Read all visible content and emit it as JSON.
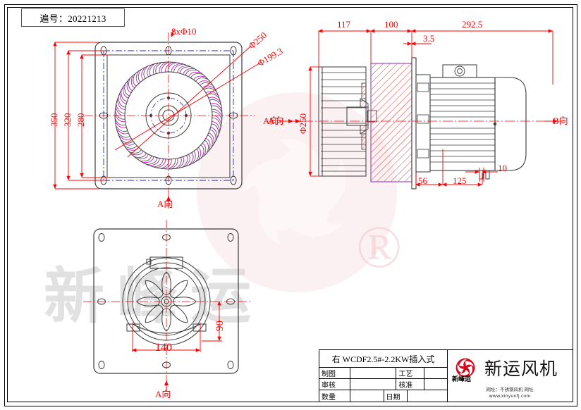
{
  "sheet": {
    "drawing_no_label": "遍号：20221213"
  },
  "views": {
    "front": {
      "name": "front-inlet-view",
      "callouts": [
        {
          "id": "holes",
          "text": "8xΦ10"
        },
        {
          "id": "d250",
          "text": "Φ250"
        },
        {
          "id": "d199",
          "text": "Φ199.3"
        }
      ],
      "dims": [
        {
          "id": "h350",
          "text": "350"
        },
        {
          "id": "h320",
          "text": "320"
        },
        {
          "id": "h280",
          "text": "280"
        }
      ],
      "view_arrow": "A向",
      "bottom_arrow": "A向"
    },
    "section": {
      "name": "section-assembly-view",
      "dims": [
        {
          "id": "s117",
          "text": "117"
        },
        {
          "id": "s100",
          "text": "100"
        },
        {
          "id": "s292",
          "text": "292.5"
        },
        {
          "id": "s35",
          "text": "3.5"
        },
        {
          "id": "s56",
          "text": "56"
        },
        {
          "id": "s125",
          "text": "125"
        },
        {
          "id": "s10",
          "text": "10"
        }
      ],
      "left_arrow": "A向",
      "right_arrow": "B向",
      "impeller_dia": "Φ250"
    },
    "bottom": {
      "name": "motor-end-view",
      "dims": [
        {
          "id": "b140",
          "text": "140"
        },
        {
          "id": "b90",
          "text": "90"
        }
      ],
      "view_arrow": "A向"
    }
  },
  "title_block": {
    "model_title": "右  WCDF2.5#-2.2KW插入式",
    "rows": [
      {
        "label": "制图",
        "value": "",
        "label2": "工艺",
        "value2": ""
      },
      {
        "label": "审核",
        "value": "",
        "label2": "核准",
        "value2": ""
      },
      {
        "label": "数量",
        "value": "",
        "label2": "日期",
        "value2": ""
      }
    ],
    "brand": {
      "logo_sub": "新峰运",
      "name": "新运风机",
      "url_line1": "网址：不锈钢风机 网址",
      "url_line2": "www.xinyunfj.com"
    }
  },
  "watermark": {
    "text": "新峰运",
    "registered": "®"
  },
  "colors": {
    "dimension_red": "#ff0000",
    "outline_black": "#3a3a3a",
    "center_line_red": "#ff0000",
    "hidden_blue": "#2222cc",
    "blade_magenta": "#cc00cc",
    "logo_red": "#d9071a"
  }
}
